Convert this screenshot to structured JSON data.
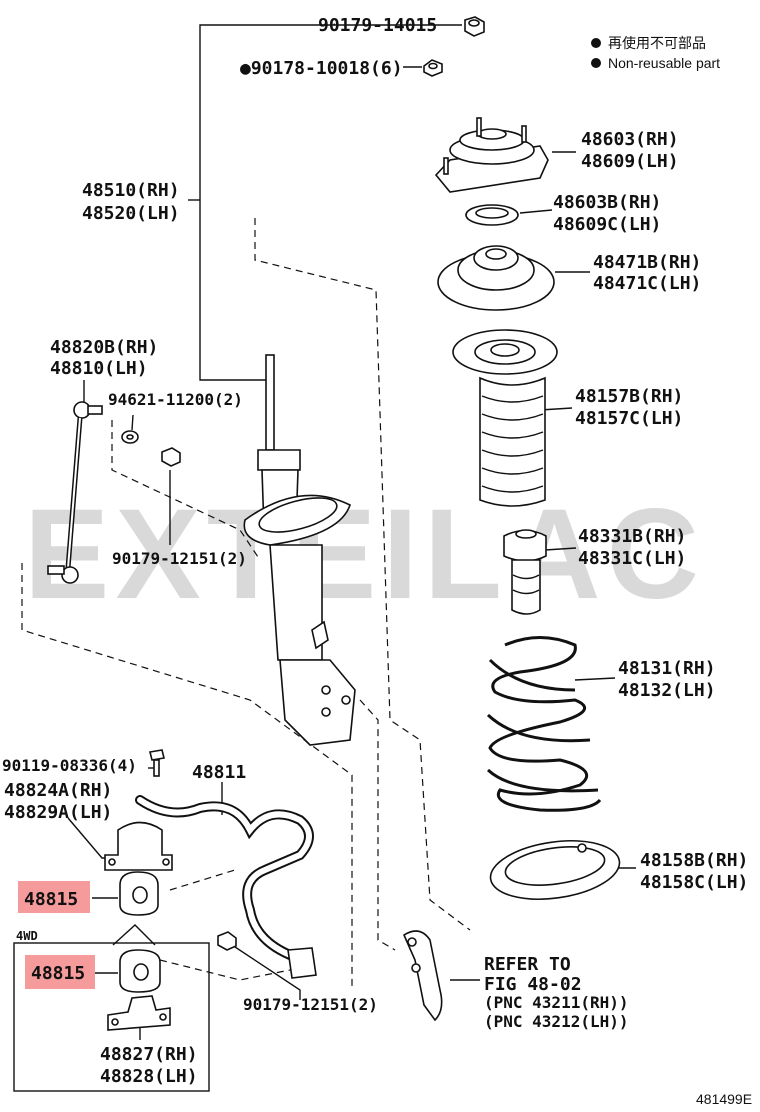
{
  "legend": {
    "jp": "再使用不可部品",
    "en": "Non-reusable part"
  },
  "watermark": "EXTEILAC",
  "figure_id": "481499E",
  "section_4wd": "4WD",
  "highlight_color": "#f59b9b",
  "labels": {
    "p90179_14015": "90179-14015",
    "p90178_10018": "●90178-10018(6)",
    "p48510": "48510(RH)",
    "p48520": "48520(LH)",
    "p48603": "48603(RH)",
    "p48609": "48609(LH)",
    "p48603B": "48603B(RH)",
    "p48609C": "48609C(LH)",
    "p48471B": "48471B(RH)",
    "p48471C": "48471C(LH)",
    "p48820B": "48820B(RH)",
    "p48810": "48810(LH)",
    "p94621": "94621-11200(2)",
    "p48157B": "48157B(RH)",
    "p48157C": "48157C(LH)",
    "p48331B": "48331B(RH)",
    "p48331C": "48331C(LH)",
    "p90179_12151_a": "90179-12151(2)",
    "p48131": "48131(RH)",
    "p48132": "48132(LH)",
    "p90119": "90119-08336(4)",
    "p48811": "48811",
    "p48824A": "48824A(RH)",
    "p48829A": "48829A(LH)",
    "p48158B": "48158B(RH)",
    "p48158C": "48158C(LH)",
    "p48815_a": "48815",
    "p48815_b": "48815",
    "p90179_12151_b": "90179-12151(2)",
    "p48827": "48827(RH)",
    "p48828": "48828(LH)",
    "refer1": "REFER TO",
    "refer2": "FIG 48-02",
    "refer3": "(PNC 43211(RH))",
    "refer4": "(PNC 43212(LH))"
  }
}
